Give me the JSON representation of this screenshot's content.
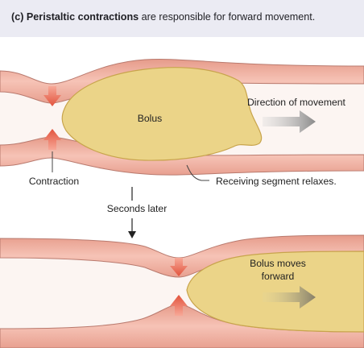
{
  "caption": {
    "bold": "(c) Peristaltic contractions",
    "rest": " are responsible for forward movement."
  },
  "top_panel": {
    "bolus_label": "Bolus",
    "direction_label": "Direction of movement",
    "contraction_label": "Contraction",
    "receiving_label": "Receiving segment relaxes."
  },
  "transition_label": "Seconds later",
  "bottom_panel": {
    "bolus_label_line1": "Bolus moves",
    "bolus_label_line2": "forward"
  },
  "colors": {
    "wall": "#f1b3a4",
    "wall_edge": "#b8786c",
    "lumen": "#fcf6f3",
    "bolus": "#ecd58b",
    "bolus_edge": "#c9a64d",
    "contraction_arrow": "#e55a45",
    "direction_arrow": "#8f8f8f",
    "caption_bg": "#ebebf3"
  }
}
